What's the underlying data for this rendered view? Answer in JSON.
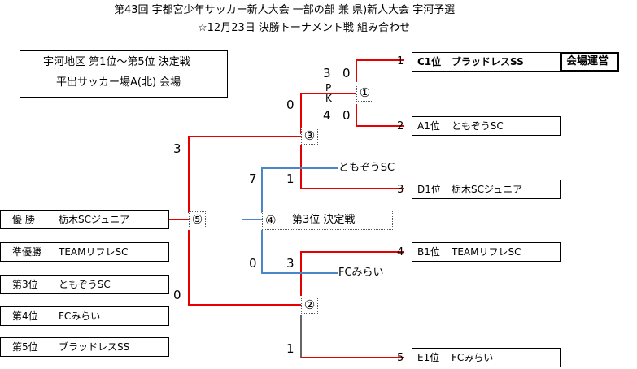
{
  "header": {
    "title": "第43回  宇都宮少年サッカー新人大会  一部の部  兼  県)新人大会  宇河予選",
    "subtitle": "☆12月23日  決勝トーナメント戦  組み合わせ"
  },
  "venue": {
    "line1": "宇河地区  第1位～第5位 決定戦",
    "line2": "平出サッカー場A(北)  会場"
  },
  "seeds": [
    {
      "num": "1",
      "pos": "C1位",
      "team": "ブラッドレスSS"
    },
    {
      "num": "2",
      "pos": "A1位",
      "team": "ともぞうSC"
    },
    {
      "num": "3",
      "pos": "D1位",
      "team": "栃木SCジュニア"
    },
    {
      "num": "4",
      "pos": "B1位",
      "team": "TEAMリフレSC"
    },
    {
      "num": "5",
      "pos": "E1位",
      "team": "FCみらい"
    }
  ],
  "host_label": "会場運営",
  "matches": {
    "m1": "①",
    "m2": "②",
    "m3": "③",
    "m4": "④",
    "m5": "⑤",
    "m4_label": "第3位  決定戦"
  },
  "losers": {
    "m3_loser": "ともぞうSC",
    "m2_loser": "FCみらい"
  },
  "pk": {
    "p": "P",
    "k": "K"
  },
  "scores": {
    "m1_top_left": "3",
    "m1_top_right": "0",
    "m1_bot_left": "4",
    "m1_bot_right": "0",
    "m3_top": "0",
    "m3_bot": "1",
    "m4_top": "7",
    "m4_bot": "0",
    "m2_top": "3",
    "m2_bot": "1",
    "m5_top": "3",
    "m5_bot": "0"
  },
  "results": [
    {
      "rank": "優  勝",
      "team": "栃木SCジュニア"
    },
    {
      "rank": "準優勝",
      "team": "TEAMリフレSC"
    },
    {
      "rank": "第3位",
      "team": "ともぞうSC"
    },
    {
      "rank": "第4位",
      "team": "FCみらい"
    },
    {
      "rank": "第5位",
      "team": "ブラッドレスSS"
    }
  ],
  "colors": {
    "winner_line": "#e60000",
    "third_place_line": "#4a86c8",
    "line": "#000000"
  }
}
